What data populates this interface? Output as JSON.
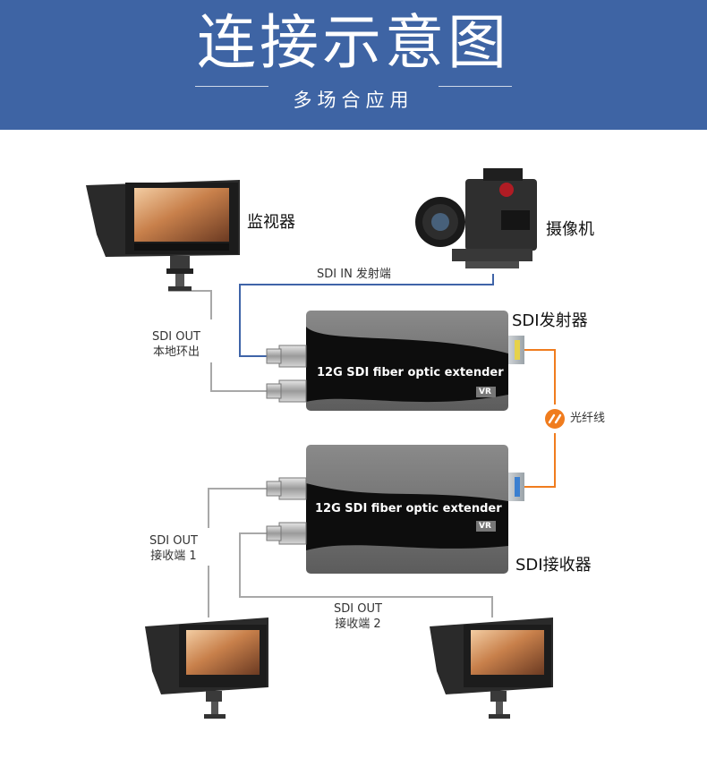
{
  "header": {
    "title": "连接示意图",
    "subtitle": "多场合应用"
  },
  "devices": {
    "monitor_top": "监视器",
    "camera": "摄像机",
    "transmitter": "SDI发射器",
    "receiver": "SDI接收器",
    "extender_label": "12G SDI fiber optic extender",
    "brand": "VR"
  },
  "connections": {
    "sdi_in": "SDI IN 发射端",
    "loop_out_line1": "SDI OUT",
    "loop_out_line2": "本地环出",
    "out1_line1": "SDI OUT",
    "out1_line2": "接收端 1",
    "out2_line1": "SDI OUT",
    "out2_line2": "接收端 2",
    "fiber": "光纤线"
  },
  "colors": {
    "banner": "#3e64a4",
    "sdi_line": "#3f64a8",
    "gray_line": "#a8a8a8",
    "fiber_line": "#f07c1e"
  }
}
